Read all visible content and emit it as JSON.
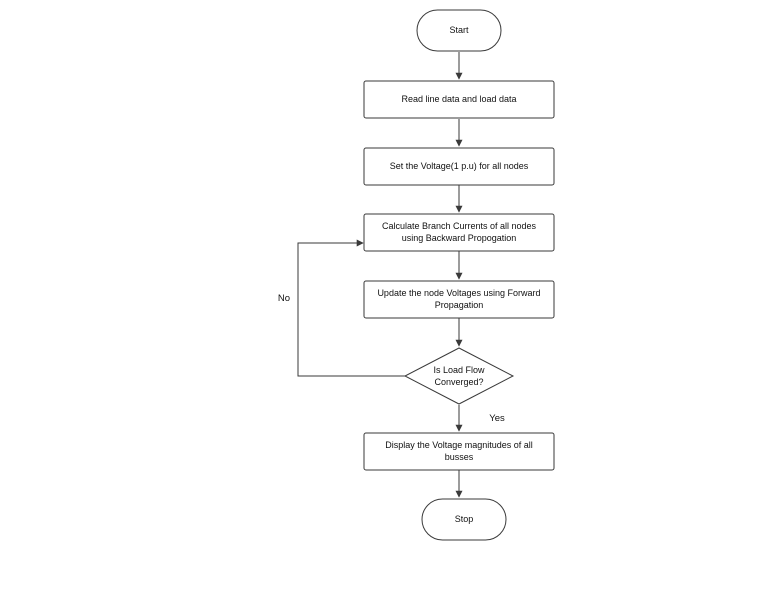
{
  "flowchart": {
    "nodes": {
      "start": "Start",
      "read_data": "Read line data and load data",
      "set_voltage": "Set the Voltage(1 p.u) for all nodes",
      "calc_line1": "Calculate Branch Currents of all nodes",
      "calc_line2": "using Backward Propogation",
      "update_line1": "Update the node Voltages using Forward",
      "update_line2": "Propagation",
      "decision_line1": "Is Load Flow",
      "decision_line2": "Converged?",
      "display_line1": "Display the  Voltage magnitudes of all",
      "display_line2": "busses",
      "stop": "Stop"
    },
    "edge_labels": {
      "no": "No",
      "yes": "Yes"
    }
  }
}
